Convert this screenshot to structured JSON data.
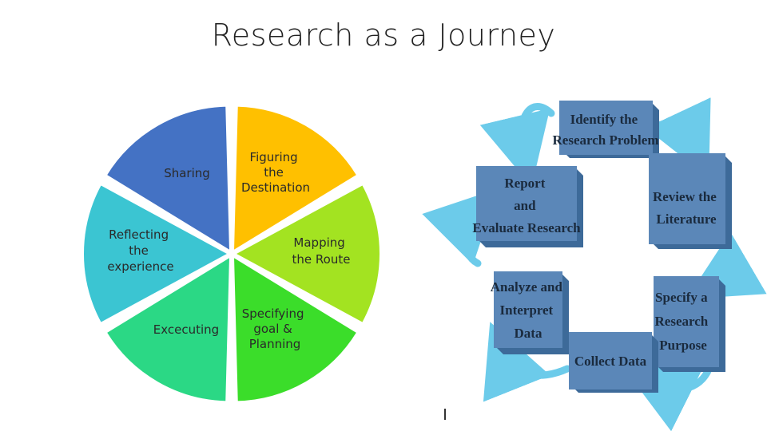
{
  "title": "Research as a Journey",
  "wheel": {
    "segments": [
      {
        "id": "sharing",
        "lines": [
          "Sharing"
        ],
        "color": "#4472C4"
      },
      {
        "id": "figuring",
        "lines": [
          "Figuring",
          "the",
          "Destination"
        ],
        "color": "#FFC000"
      },
      {
        "id": "mapping",
        "lines": [
          "Mapping",
          "the Route"
        ],
        "color": "#A3E321"
      },
      {
        "id": "specifying",
        "lines": [
          "Specifying",
          "goal &",
          "Planning"
        ],
        "color": "#3BDD2A"
      },
      {
        "id": "executing",
        "lines": [
          "Excecuting"
        ],
        "color": "#2BD885"
      },
      {
        "id": "reflecting",
        "lines": [
          "Reflecting",
          "the",
          "experience"
        ],
        "color": "#3BC5D2"
      }
    ]
  },
  "cycle": {
    "box_color": "#5B87B8",
    "arrow_color": "#6CCBEA",
    "steps": [
      {
        "id": "identify",
        "lines": [
          "Identify the",
          "Research Problem"
        ]
      },
      {
        "id": "review",
        "lines": [
          "Review the",
          "Literature"
        ]
      },
      {
        "id": "specify",
        "lines": [
          "Specify a",
          "Research",
          "Purpose"
        ]
      },
      {
        "id": "collect",
        "lines": [
          "Collect Data"
        ]
      },
      {
        "id": "analyze",
        "lines": [
          "Analyze and",
          "Interpret",
          "Data"
        ]
      },
      {
        "id": "report",
        "lines": [
          "Report",
          "and",
          "Evaluate Research"
        ]
      }
    ]
  }
}
